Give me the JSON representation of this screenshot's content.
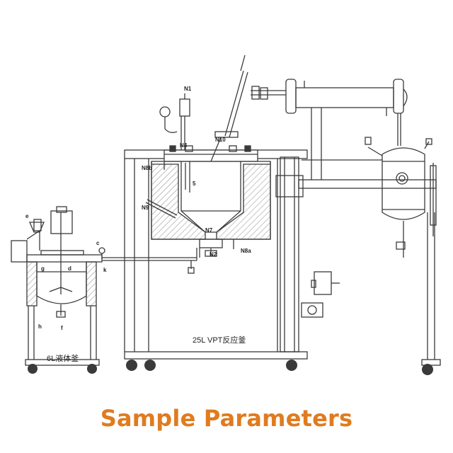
{
  "caption": "Sample Parameters",
  "colors": {
    "caption": "#e07b1f",
    "line": "#3a3a3a",
    "frame_fill": "#ffffff",
    "insulation": "#b0b0b0"
  },
  "labels": {
    "n1": "N1",
    "n4": "N4",
    "n10": "N10",
    "n8b": "N8b",
    "n9": "N9",
    "n7": "N7",
    "n2": "N2",
    "n8a": "N8a",
    "five": "5",
    "e": "e",
    "c": "c",
    "k": "k",
    "d": "d",
    "g": "g",
    "h": "h",
    "f": "f",
    "reactor_25l": "25L VPT反应釜",
    "vessel_6l": "6L液体釜"
  }
}
